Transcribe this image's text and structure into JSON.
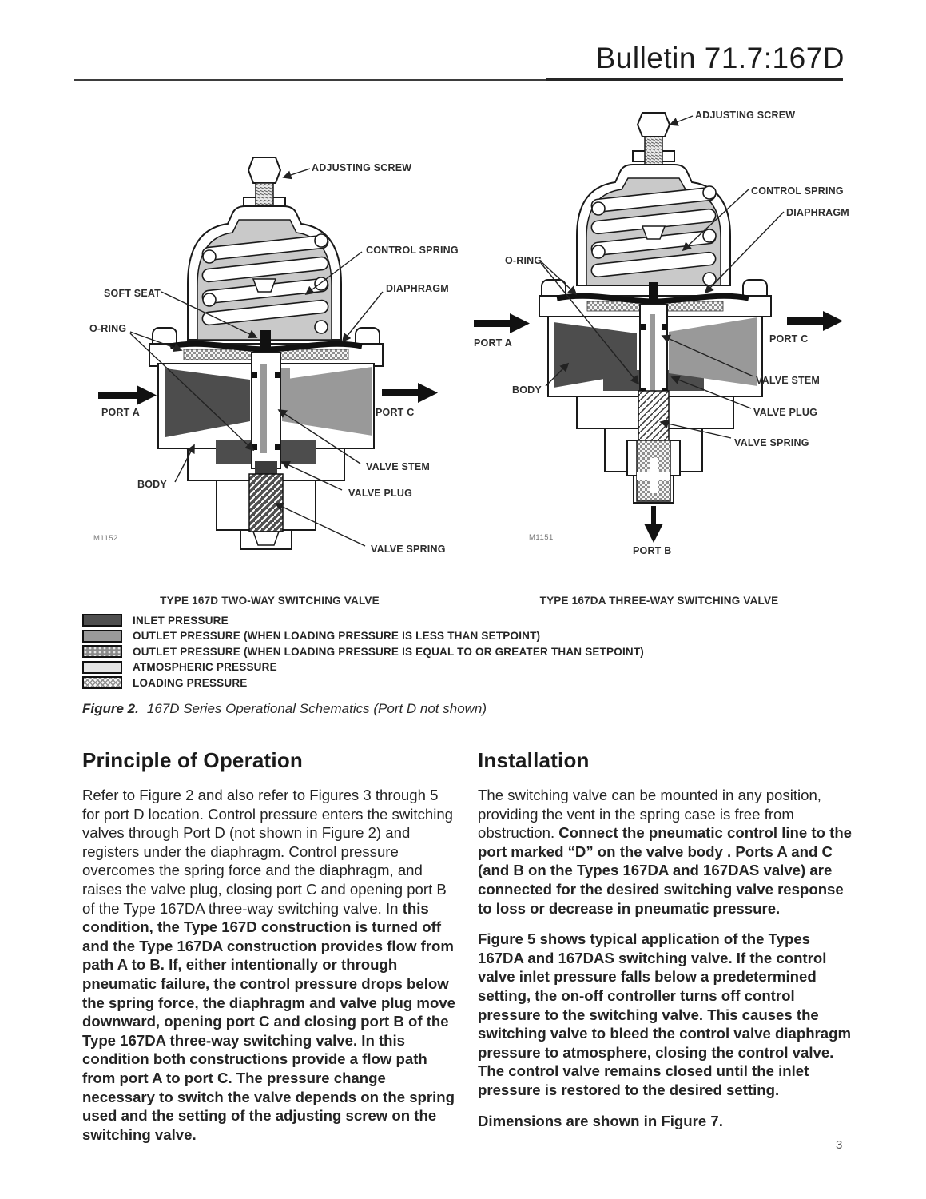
{
  "header": {
    "title": "Bulletin 71.7:167D"
  },
  "figure": {
    "left": {
      "caption": "TYPE 167D TWO-WAY SWITCHING VALVE",
      "drawing_id": "M1152",
      "labels": {
        "adjusting_screw": "ADJUSTING SCREW",
        "control_spring": "CONTROL SPRING",
        "diaphragm": "DIAPHRAGM",
        "soft_seat": "SOFT SEAT",
        "o_ring": "O-RING",
        "port_a": "PORT A",
        "port_c": "PORT C",
        "body": "BODY",
        "valve_stem": "VALVE STEM",
        "valve_plug": "VALVE PLUG",
        "valve_spring": "VALVE SPRING"
      }
    },
    "right": {
      "caption": "TYPE 167DA THREE-WAY SWITCHING VALVE",
      "drawing_id": "M1151",
      "labels": {
        "adjusting_screw": "ADJUSTING SCREW",
        "control_spring": "CONTROL SPRING",
        "diaphragm": "DIAPHRAGM",
        "o_ring": "O-RING",
        "port_a": "PORT A",
        "port_c": "PORT C",
        "body": "BODY",
        "valve_stem": "VALVE STEM",
        "valve_plug": "VALVE PLUG",
        "valve_spring": "VALVE SPRING",
        "port_b": "PORT B"
      }
    },
    "legend": [
      {
        "label": "INLET PRESSURE",
        "swatch_color": "#4f4f4f",
        "swatch_style": "solid-dark-gray"
      },
      {
        "label": "OUTLET PRESSURE (WHEN LOADING PRESSURE IS LESS THAN SETPOINT)",
        "swatch_color": "#9a9a9a",
        "swatch_style": "solid-medium-gray"
      },
      {
        "label": "OUTLET PRESSURE (WHEN LOADING PRESSURE IS EQUAL TO OR GREATER THAN SETPOINT)",
        "swatch_color": "#8a8a8a",
        "swatch_style": "gray-with-light-dots"
      },
      {
        "label": "ATMOSPHERIC PRESSURE",
        "swatch_color": "#e4e4e4",
        "swatch_style": "solid-light-gray"
      },
      {
        "label": "LOADING PRESSURE",
        "swatch_color": "#f6f6f6",
        "swatch_style": "crosshatch-checker"
      }
    ],
    "caption_prefix": "Figure 2.",
    "caption_text": "167D Series Operational Schematics (Port D not shown)"
  },
  "sections": {
    "principle": {
      "heading": "Principle of Operation",
      "para_normal": "Refer to Figure 2 and also refer to Figures 3 through 5 for port D location.  Control pressure enters the switching valves through Port D (not shown in Figure 2) and registers under the diaphragm.  Control pressure overcomes the spring force and the diaphragm, and raises the valve plug, closing port C and opening port B of the Type 167DA three-way switching valve.  In ",
      "para_bold": "this condition, the Type 167D construction is turned off and the Type 167DA construction provides flow from path A to B.  If, either intentionally or through pneumatic failure, the control pressure drops below the spring force, the diaphragm and valve plug move downward, opening port C and closing port B of the Type 167DA three-way switching valve.  In this condition both constructions provide a flow path from port A to port C.  The pressure change necessary to switch the valve depends on the spring used and the setting of the adjusting screw on the switching valve."
    },
    "installation": {
      "heading": "Installation",
      "p1_normal": "The switching valve can be mounted in any position, providing the vent in the spring case is free from obstruction.  ",
      "p1_bold": "Connect the pneumatic control line to the port marked “D” on the valve body .  Ports A and C (and B on the Types 167DA and 167DAS valve) are connected for the desired switching valve response to loss or decrease in pneumatic pressure.",
      "p2": "Figure 5 shows typical application of the Types 167DA and 167DAS switching valve.  If the control valve inlet pressure falls below a predetermined setting, the on-off controller turns off control pressure to the switching valve.  This causes the switching valve to bleed the control valve diaphragm pressure to atmosphere, closing the control valve.  The control valve remains closed until the inlet pressure is restored to the desired setting.",
      "p3": "Dimensions are shown in Figure 7."
    }
  },
  "page_number": "3"
}
